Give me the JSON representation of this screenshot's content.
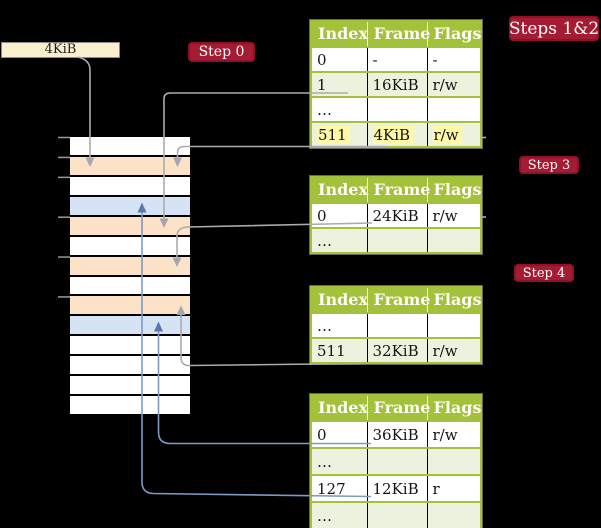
{
  "colors": {
    "background": "#000000",
    "table_header_green": "#a3c13a",
    "table_alt_row_green": "#edf2de",
    "highlight_yellow": "#fff9a7",
    "badge_red": "#a41c33",
    "frame_orange": "#fce3c7",
    "frame_blue": "#d6e3f4",
    "legend_cream": "#faf0cf",
    "connector_gray": "#ababab",
    "connector_blue": "#7e99c6"
  },
  "legend_box": {
    "label": "4KiB"
  },
  "badges": {
    "step0": "Step 0",
    "steps12": "Steps 1&2",
    "step3": "Step 3",
    "step4": "Step 4"
  },
  "memory_stack": {
    "rows": [
      "white",
      "orange",
      "white",
      "blue",
      "orange",
      "white",
      "orange",
      "white",
      "orange",
      "blue",
      "white",
      "white",
      "white",
      "white"
    ],
    "tick_boundaries": [
      0,
      1,
      2,
      4,
      6,
      8
    ]
  },
  "tables": [
    {
      "headers": [
        "Index",
        "Frame",
        "Flags"
      ],
      "rows": [
        {
          "cells": [
            "0",
            "-",
            "-"
          ]
        },
        {
          "cells": [
            "1",
            "16KiB",
            "r/w"
          ]
        },
        {
          "cells": [
            "…",
            "",
            ""
          ]
        },
        {
          "cells": [
            "511",
            "4KiB",
            "r/w"
          ],
          "highlighted": true
        }
      ]
    },
    {
      "headers": [
        "Index",
        "Frame",
        "Flags"
      ],
      "rows": [
        {
          "cells": [
            "0",
            "24KiB",
            "r/w"
          ]
        },
        {
          "cells": [
            "…",
            "",
            ""
          ]
        }
      ]
    },
    {
      "headers": [
        "Index",
        "Frame",
        "Flags"
      ],
      "rows": [
        {
          "cells": [
            "…",
            "",
            ""
          ]
        },
        {
          "cells": [
            "511",
            "32KiB",
            "r/w"
          ]
        }
      ]
    },
    {
      "headers": [
        "Index",
        "Frame",
        "Flags"
      ],
      "rows": [
        {
          "cells": [
            "0",
            "36KiB",
            "r/w"
          ]
        },
        {
          "cells": [
            "…",
            "",
            ""
          ]
        },
        {
          "cells": [
            "127",
            "12KiB",
            "r"
          ]
        },
        {
          "cells": [
            "…",
            "",
            ""
          ]
        }
      ]
    }
  ]
}
